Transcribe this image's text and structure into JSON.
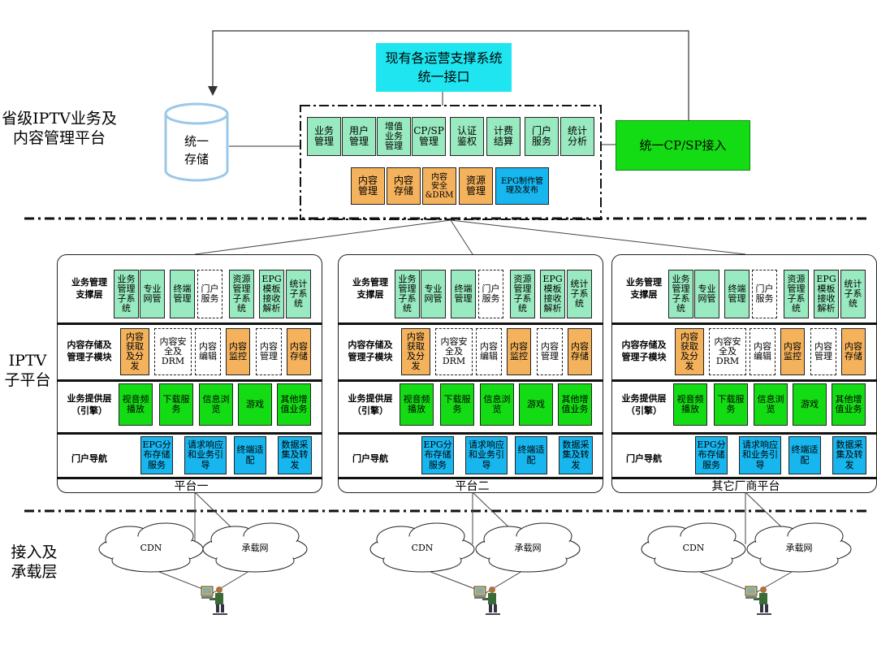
{
  "left_labels": {
    "province_line1": "省级IPTV业务及",
    "province_line2": "内容管理平台",
    "iptv_line1": "IPTV",
    "iptv_line2": "子平台",
    "access_line1": "接入及",
    "access_line2": "承载层"
  },
  "top": {
    "support_interface": "现有各运营支撑系统\n统一接口",
    "unified_storage": "统一\n存储",
    "cp_sp_access": "统一CP/SP接入",
    "modules_row1": [
      "业务\n管理",
      "用户\n管理",
      "增值\n业务\n管理",
      "CP/SP\n管理",
      "认证\n鉴权",
      "计费\n结算",
      "门户\n服务",
      "统计\n分析"
    ],
    "modules_row2": [
      "内容\n管理",
      "内容\n存储",
      "内容\n安全\n&DRM",
      "资源\n管理",
      "EPG制作管\n理及发布"
    ]
  },
  "platform_rows": [
    "业务管理\n支撑层",
    "内容存储及\n管理子模块",
    "业务提供层\n（引擎）",
    "门户导航"
  ],
  "platform_cells": {
    "support": [
      "业务\n管理\n子系\n统",
      "专业\n网管",
      "终端\n管理",
      "门户\n服务",
      "资源\n管理\n子系\n统",
      "EPG\n模板\n接收\n解析",
      "统计\n子系\n统"
    ],
    "storage": [
      "内容\n获取\n及分\n发",
      "内容安\n全及\nDRM",
      "内容\n编辑",
      "内容\n监控",
      "内容\n管理",
      "内容\n存储"
    ],
    "engine": [
      "视音频\n播放",
      "下载服\n务",
      "信息浏\n览",
      "游戏",
      "其他增\n值业务"
    ],
    "portal": [
      "EPG分\n布存储\n服务",
      "请求响应\n和业务引\n导",
      "终端适\n配",
      "数据采\n集及转\n发"
    ]
  },
  "platforms": [
    "平台一",
    "平台二",
    "其它厂商平台"
  ],
  "network": {
    "cdn": "CDN",
    "carrier": "承载网"
  },
  "colors": {
    "teal": "#99eac0",
    "orange": "#f4b25c",
    "blue": "#17b6ee",
    "green": "#14dc14",
    "cyan": "#1ee5f0"
  }
}
